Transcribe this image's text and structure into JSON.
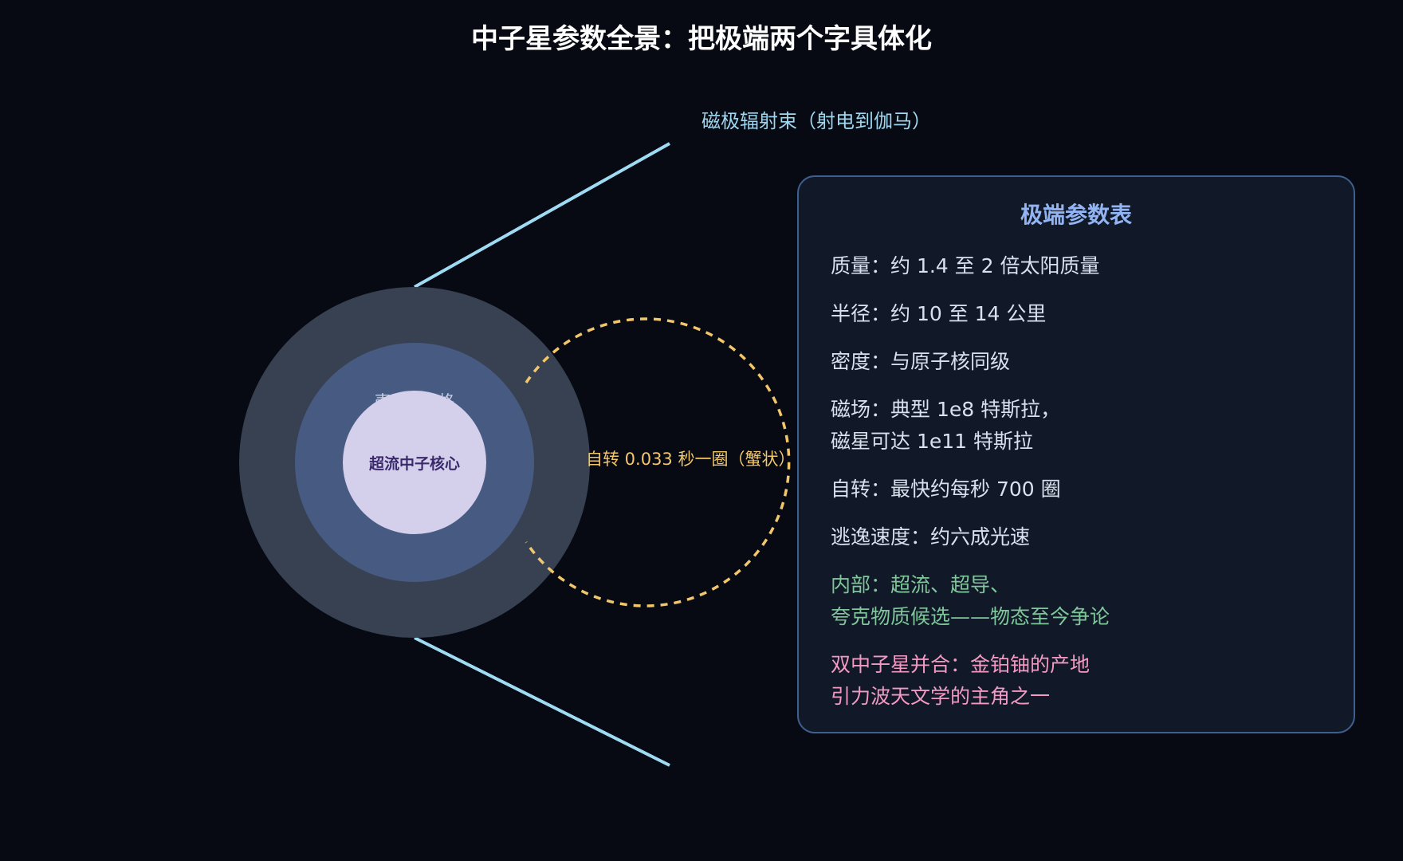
{
  "title": "中子星参数全景：把极端两个字具体化",
  "diagram": {
    "beam_label": "磁极辐射束（射电到伽马）",
    "shell_label": "壳层：晶格",
    "core_label": "超流中子核心",
    "spin_label": "自转 0.033 秒一圈（蟹状）",
    "colors": {
      "outer_layer": "#374151",
      "middle_layer": "#475a82",
      "core": "#d4d0ec",
      "beam": "#9fdcf4",
      "spin_orbit": "#f2c66b"
    }
  },
  "panel": {
    "title": "极端参数表",
    "items": [
      {
        "lines": [
          "质量：约 1.4 至 2 倍太阳质量"
        ],
        "color": "#d9e0ee"
      },
      {
        "lines": [
          "半径：约 10 至 14 公里"
        ],
        "color": "#d9e0ee"
      },
      {
        "lines": [
          "密度：与原子核同级"
        ],
        "color": "#d9e0ee"
      },
      {
        "lines": [
          "磁场：典型 1e8 特斯拉，",
          "磁星可达 1e11 特斯拉"
        ],
        "color": "#d9e0ee"
      },
      {
        "lines": [
          "自转：最快约每秒 700 圈"
        ],
        "color": "#d9e0ee"
      },
      {
        "lines": [
          "逃逸速度：约六成光速"
        ],
        "color": "#d9e0ee"
      },
      {
        "lines": [
          "内部：超流、超导、",
          "夸克物质候选——物态至今争论"
        ],
        "color": "#7fc79a"
      },
      {
        "lines": [
          "双中子星并合：金铂铀的产地",
          "引力波天文学的主角之一"
        ],
        "color": "#f39ac4"
      }
    ]
  }
}
